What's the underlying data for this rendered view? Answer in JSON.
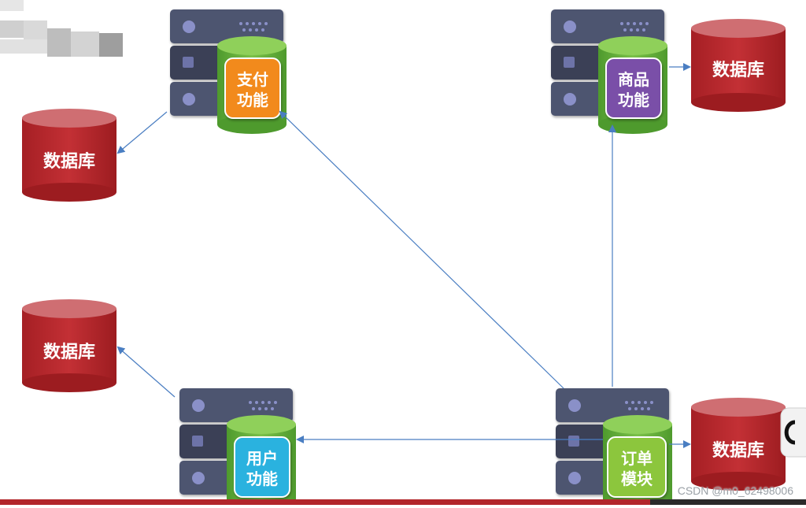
{
  "nodes": {
    "payment": {
      "line1": "支付",
      "line2": "功能",
      "color": "#f28a1c"
    },
    "product": {
      "line1": "商品",
      "line2": "功能",
      "color": "#7a4fa8"
    },
    "user": {
      "line1": "用户",
      "line2": "功能",
      "color": "#2ab2df"
    },
    "order": {
      "line1": "订单",
      "line2": "模块",
      "color": "#8cc63e"
    }
  },
  "databases": {
    "label": "数据库",
    "color": "#b2262b"
  },
  "watermark": "CSDN @m0_62498006",
  "colors": {
    "server": "#4d5470",
    "server_dark": "#3b4057",
    "cylinder": "#6cb33f",
    "arrow": "#4a7ec2",
    "accent_bar": "#b2262b"
  }
}
